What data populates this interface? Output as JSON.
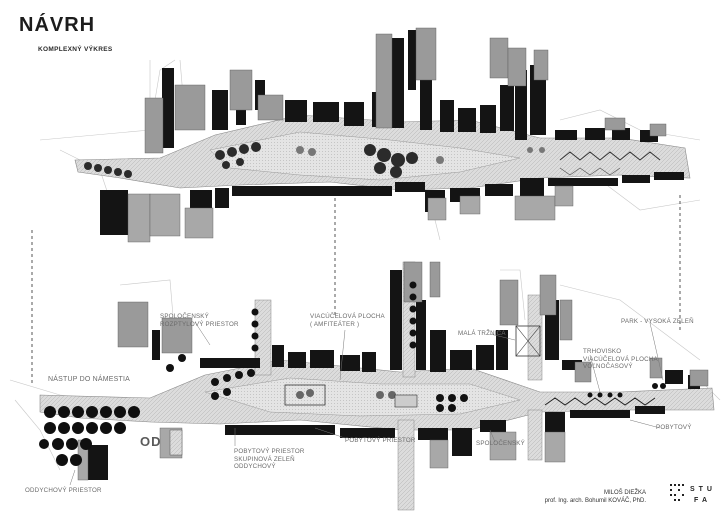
{
  "header": {
    "title": "NÁVRH",
    "subtitle": "KOMPLEXNÝ VÝKRES"
  },
  "labels": {
    "spolocensky_rozptylovy": "SPOLOČENSKÝ\nROZPTYLOVÝ PRIESTOR",
    "viacucelova_amfiteater": "VIACÚČELOVÁ PLOCHA\n( AMFITEÁTER )",
    "mala_trznica": "MALÁ TRŽNICA",
    "park_vysoka_zelen": "PARK - VYSOKÁ ZELEŇ",
    "trhovisko": "TRHOVISKO\nVIACÚČELOVÁ PLOCHA\nVOĽNOČASOVÝ",
    "nastup_do_namestia": "NÁSTUP DO NÁMESTIA",
    "od": "OD",
    "pobytovy_priestor_zelen": "POBYTOVÝ PRIESTOR\nSKUPINOVÁ ZELEŇ\nODDYCHOVÝ",
    "pobytovy_priestor": "POBYTOVÝ PRIESTOR",
    "spolocensky": "SPOLOČENSKÝ",
    "pobytovy": "POBYTOVÝ",
    "oddychovy_priestor": "ODDYCHOVÝ PRIESTOR"
  },
  "author": {
    "name": "MILOŠ DIEŽKA",
    "supervisor": "prof. Ing. arch. Bohumil KOVÁČ, PhD."
  },
  "logo": {
    "line1": "S T U",
    "line2": "F A"
  },
  "colors": {
    "building": "#111111",
    "building_light": "#9a9a9a",
    "paving": "#d9d9d9",
    "tree": "#1a1a1a",
    "label": "#6b6b6b"
  }
}
